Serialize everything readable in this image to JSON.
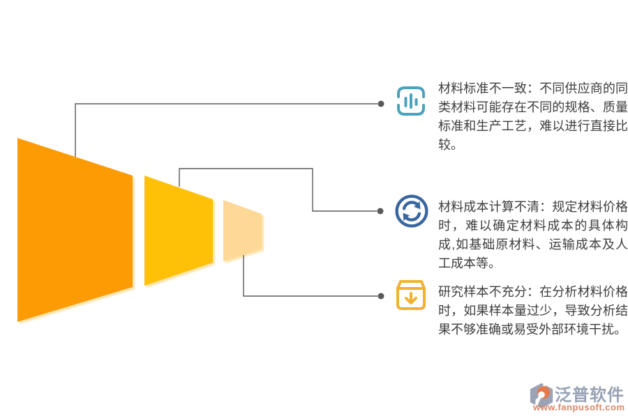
{
  "background": "#ffffff",
  "text_color": "#3d3d3d",
  "funnel": {
    "stages": [
      {
        "name": "stage-1",
        "color": "#FC9B04"
      },
      {
        "name": "stage-2",
        "color": "#FFC107"
      },
      {
        "name": "stage-3",
        "color": "#FED897"
      }
    ]
  },
  "connector": {
    "color": "#595959"
  },
  "items": [
    {
      "icon": "bar-chart-icon",
      "icon_color": "#4AA2BC",
      "text": "材料标准不一致：不同供应商的同类材料可能存在不同的规格、质量标准和生产工艺，难以进行直接比较。"
    },
    {
      "icon": "sync-icon",
      "icon_color": "#3A66A0",
      "text": "材料成本计算不清：规定材料价格时，难以确定材料成本的具体构成,如基础原材料、运输成本及人工成本等。"
    },
    {
      "icon": "box-download-icon",
      "icon_color": "#F2B230",
      "text": "研究样本不充分：在分析材料价格时，如果样本量过少，导致分析结果不够准确或易受外部环境干扰。"
    }
  ],
  "footer": {
    "brand": "泛普软件",
    "url": "www.fanpusoft.com",
    "brand_color": "#98A2B4",
    "url_color": "#DC8564",
    "mark_gray": "#9AA4B6",
    "mark_orange": "#E5794C"
  }
}
